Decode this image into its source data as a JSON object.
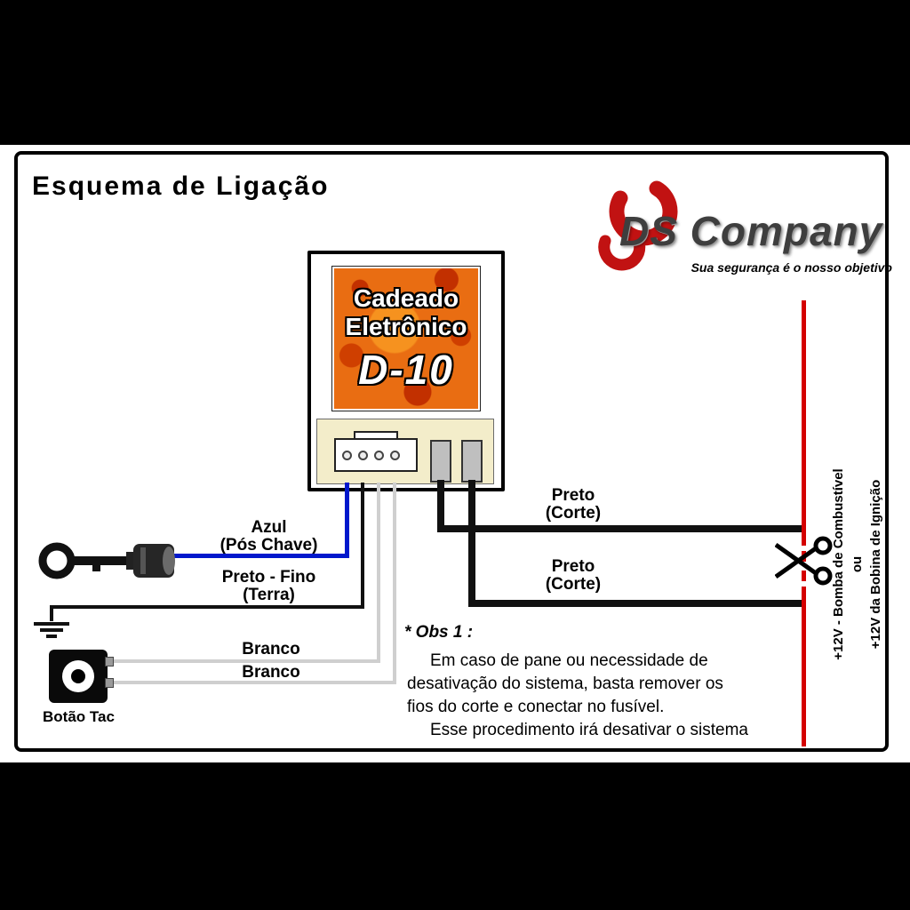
{
  "title": "Esquema de Ligação",
  "logo": {
    "brand": "DS Company",
    "tagline": "Sua segurança é o nosso objetivo"
  },
  "device": {
    "name_line1": "Cadeado",
    "name_line2": "Eletrônico",
    "model": "D-10"
  },
  "wire_labels": {
    "azul_line1": "Azul",
    "azul_line2": "(Pós Chave)",
    "terra_line1": "Preto - Fino",
    "terra_line2": "(Terra)",
    "branco_1": "Branco",
    "branco_2": "Branco",
    "corte_top_line1": "Preto",
    "corte_top_line2": "(Corte)",
    "corte_bottom_line1": "Preto",
    "corte_bottom_line2": "(Corte)",
    "botao_tac": "Botão Tac",
    "plus12v_line1": "+12V - Bomba de Combustível",
    "plus12v_line2": "ou",
    "plus12v_line3": "+12V da Bobina de Ignição"
  },
  "note": {
    "heading": "* Obs 1 :",
    "lines": [
      "Em caso de pane ou necessidade de",
      "desativação do sistema, basta remover os",
      "fios do corte e conectar no fusível.",
      "Esse procedimento irá desativar o sistema"
    ]
  },
  "icons": {
    "logo_swoosh": "ds-company-swoosh-icon",
    "key": "ignition-key-icon",
    "ground": "ground-symbol-icon",
    "button": "tac-button-icon",
    "scissors": "scissors-icon"
  },
  "colors": {
    "wire_blue": "#0018cc",
    "wire_black": "#111111",
    "wire_white": "#cfcfcf",
    "cut_line_red": "#d40000",
    "brand_red": "#c11212",
    "flame_orange": "#e96d12",
    "connector_panel_cream": "#f3edca"
  }
}
